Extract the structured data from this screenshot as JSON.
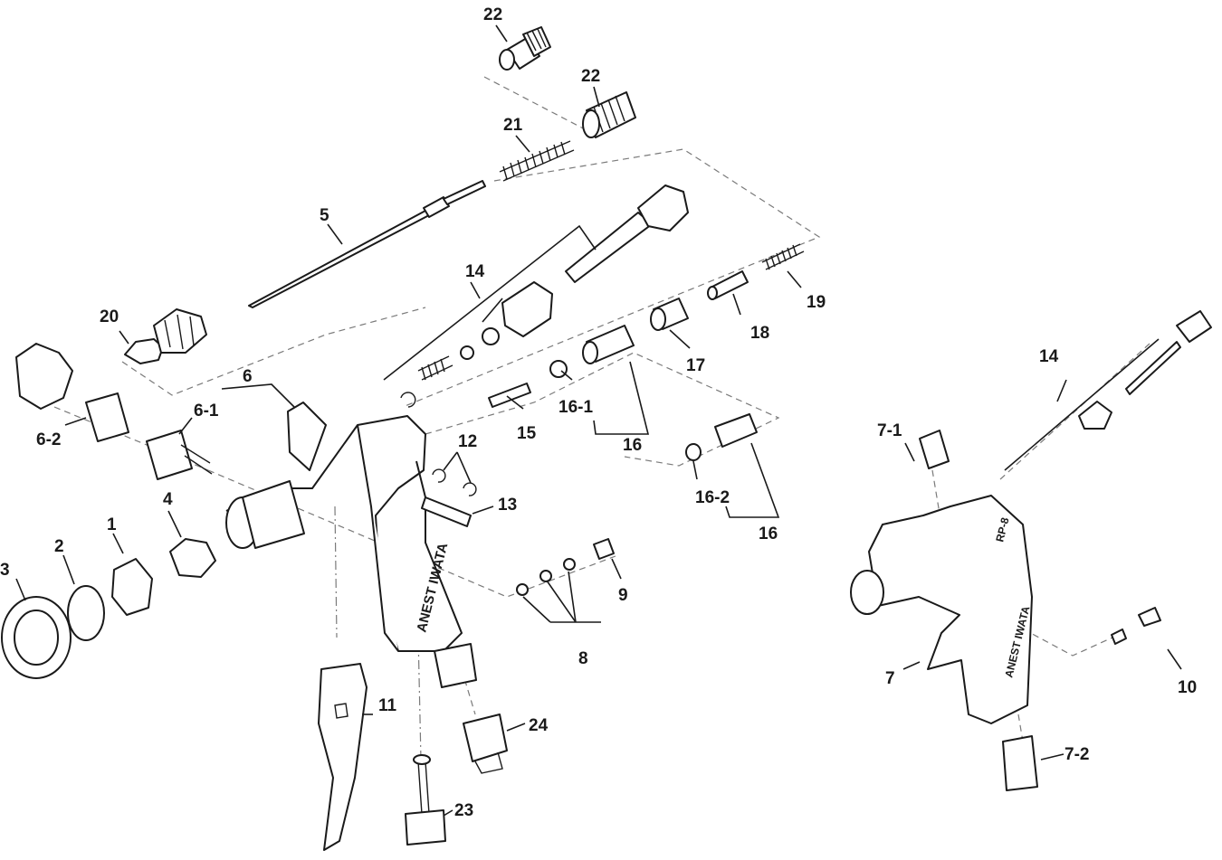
{
  "diagram": {
    "brand_text": "ANEST IWATA",
    "model_text": "RP-8",
    "part_labels": [
      "22",
      "22",
      "21",
      "5",
      "20",
      "14",
      "19",
      "18",
      "17",
      "6",
      "6-1",
      "6-2",
      "15",
      "16-1",
      "16",
      "12",
      "13",
      "16-2",
      "16",
      "4",
      "1",
      "2",
      "3",
      "9",
      "8",
      "11",
      "24",
      "23",
      "14",
      "7-1",
      "7",
      "10",
      "7-2"
    ]
  }
}
